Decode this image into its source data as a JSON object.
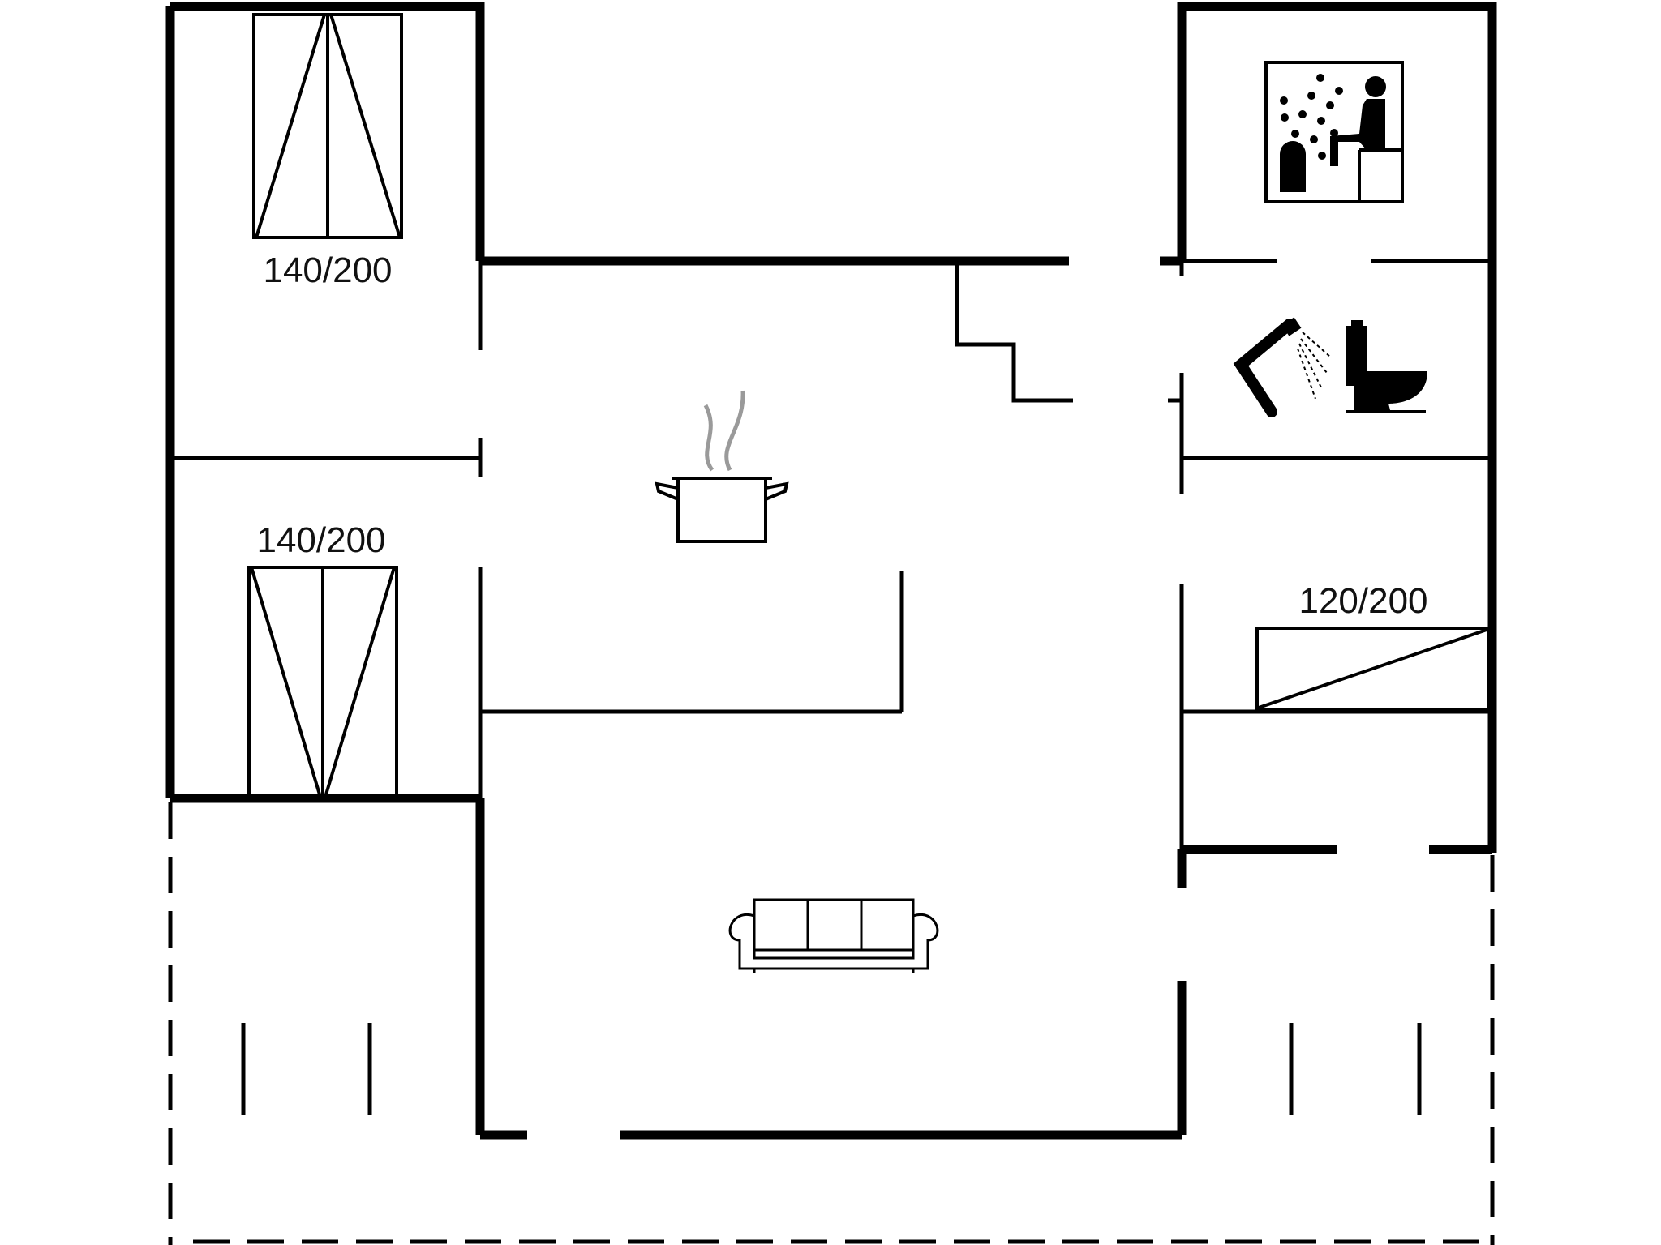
{
  "floorplan": {
    "bedrooms": [
      {
        "id": "bedroom-1",
        "bed_size": "140/200"
      },
      {
        "id": "bedroom-2",
        "bed_size": "140/200"
      },
      {
        "id": "bedroom-3",
        "bed_size": "120/200"
      }
    ],
    "icons": [
      "kitchen-pot-icon",
      "sofa-icon",
      "sauna-icon",
      "shower-icon",
      "toilet-icon",
      "double-bed-icon",
      "single-bed-icon",
      "staircase"
    ],
    "colors": {
      "wall": "#000000",
      "background": "#ffffff"
    }
  }
}
